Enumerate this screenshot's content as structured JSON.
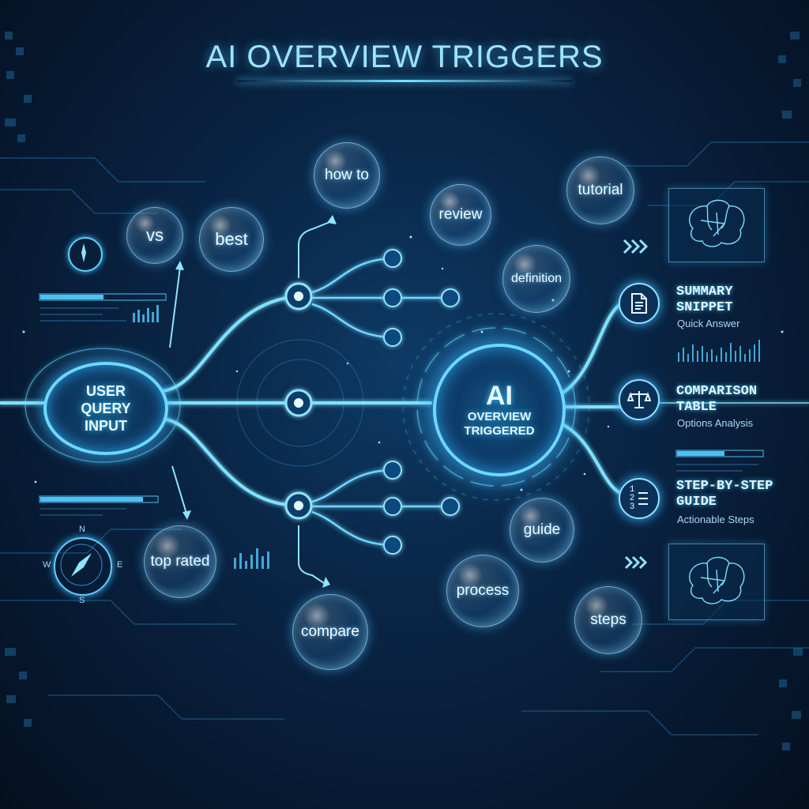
{
  "title": "AI OVERVIEW TRIGGERS",
  "hubs": {
    "user_query": [
      "USER",
      "QUERY",
      "INPUT"
    ],
    "ai_overview": {
      "big": "AI",
      "line1": "OVERVIEW",
      "line2": "TRIGGERED"
    }
  },
  "bubbles": {
    "vs": "vs",
    "best": "best",
    "how_to": "how to",
    "review": "review",
    "tutorial": "tutorial",
    "definition": "definition",
    "top_rated": "top rated",
    "compare": "compare",
    "process": "process",
    "guide": "guide",
    "steps": "steps"
  },
  "outputs": [
    {
      "icon": "document-icon",
      "title": "SUMMARY\nSNIPPET",
      "subtitle": "Quick Answer"
    },
    {
      "icon": "scales-icon",
      "title": "COMPARISON\nTABLE",
      "subtitle": "Options Analysis"
    },
    {
      "icon": "numbered-list-icon",
      "title": "STEP-BY-STEP\nGUIDE",
      "subtitle": "Actionable Steps"
    }
  ],
  "compass_labels": {
    "n": "N",
    "w": "W",
    "e": "E",
    "s": "S"
  },
  "list_numbers": [
    "1",
    "2",
    "3"
  ],
  "colors": {
    "accent": "#6fd8ff",
    "glow": "#3ab8ff",
    "background": "#071a33"
  }
}
